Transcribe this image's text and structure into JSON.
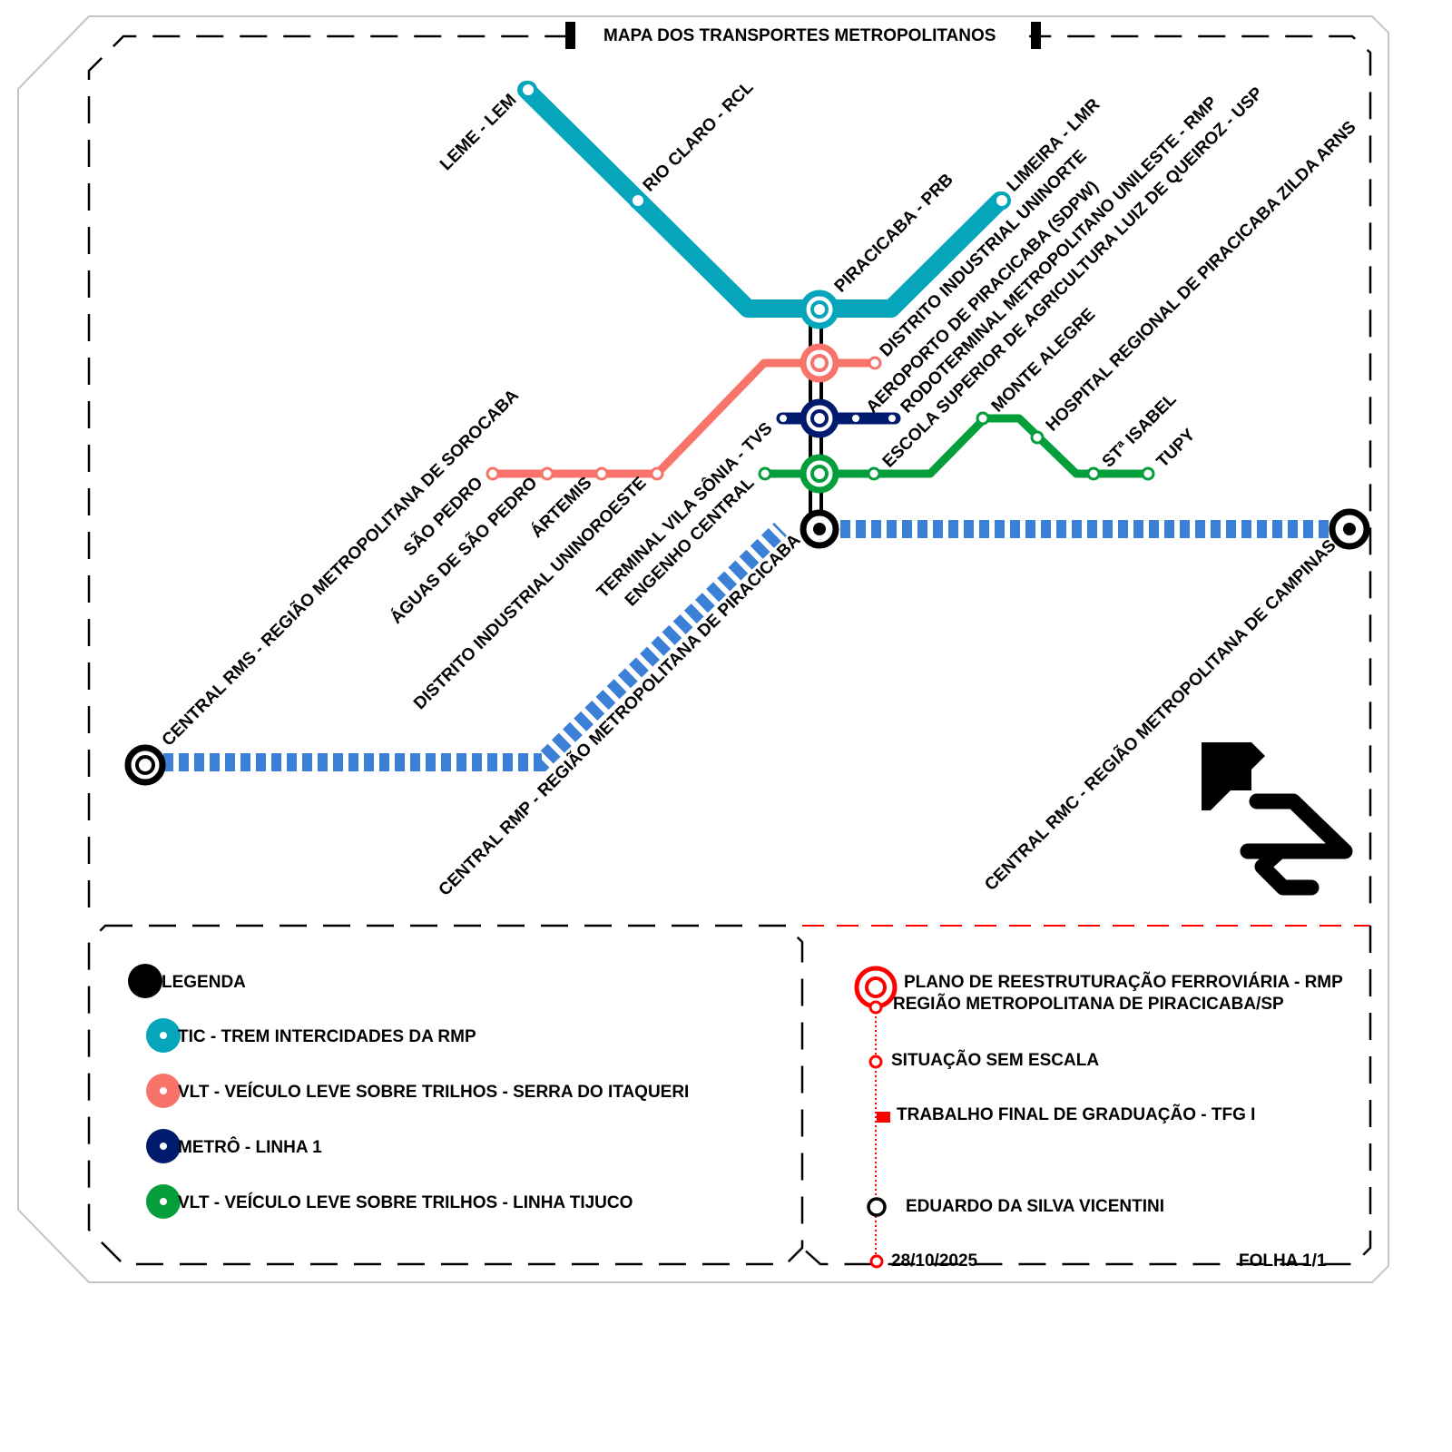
{
  "header": {
    "title": "MAPA DOS TRANSPORTES METROPOLITANOS"
  },
  "colors": {
    "tic": "#05A5BC",
    "vlt_itaqueri": "#F87369",
    "metro": "#001A6E",
    "vlt_tijuco": "#049E3A",
    "regional": "#3B7FD6",
    "frame": "#000000",
    "accent": "#FF0000"
  },
  "hubs": {
    "tic": "PIRACICABA - PRB",
    "rmp": "CENTRAL RMP - REGIÃO METROPOLITANA DE PIRACICABA",
    "rms": "CENTRAL RMS - REGIÃO METROPOLITANA DE SOROCABA",
    "rmc": "CENTRAL RMC - REGIÃO METROPOLITANA DE CAMPINAS"
  },
  "stations": {
    "tic": {
      "leme": "LEME - LEM",
      "rio_claro": "RIO CLARO - RCL",
      "limeira": "LIMEIRA - LMR"
    },
    "vlt_itaqueri": {
      "sao_pedro": "SÃO PEDRO",
      "aguas": "ÁGUAS DE SÃO PEDRO",
      "artemis": "ÁRTEMIS",
      "distrito_uninoroeste": "DISTRITO INDUSTRIAL UNINOROESTE",
      "distrito_uninorte": "DISTRITO INDUSTRIAL UNINORTE"
    },
    "metro": {
      "tvs": "TERMINAL VILA SÔNIA - TVS",
      "aeroporto": "AEROPORTO DE PIRACICABA (SDPW)",
      "rodoterminal": "RODOTERMINAL METROPOLITANO UNILESTE - RMP"
    },
    "vlt_tijuco": {
      "engenho": "ENGENHO CENTRAL",
      "esalq": "ESCOLA SUPERIOR DE AGRICULTURA LUIZ DE QUEIROZ - USP",
      "monte_alegre": "MONTE ALEGRE",
      "hospital": "HOSPITAL REGIONAL DE PIRACICABA ZILDA ARNS",
      "sta_isabel": "STª ISABEL",
      "tupy": "TUPY"
    }
  },
  "legend": {
    "title": "LEGENDA",
    "items": [
      {
        "label": "TIC - TREM INTERCIDADES DA RMP",
        "color": "#05A5BC"
      },
      {
        "label": "VLT - VEÍCULO LEVE SOBRE TRILHOS - SERRA DO ITAQUERI",
        "color": "#F87369"
      },
      {
        "label": "METRÔ - LINHA 1",
        "color": "#001A6E"
      },
      {
        "label": "VLT - VEÍCULO LEVE SOBRE TRILHOS - LINHA TIJUCO",
        "color": "#049E3A"
      }
    ]
  },
  "info": {
    "plan_line1": "PLANO DE REESTRUTURAÇÃO FERROVIÁRIA - RMP",
    "plan_line2": "REGIÃO METROPOLITANA DE PIRACICABA/SP",
    "scale": "SITUAÇÃO SEM ESCALA",
    "work": "TRABALHO FINAL DE GRADUAÇÃO - TFG I",
    "author": "EDUARDO DA SILVA VICENTINI",
    "date": "28/10/2025",
    "sheet": "FOLHA 1/1"
  }
}
